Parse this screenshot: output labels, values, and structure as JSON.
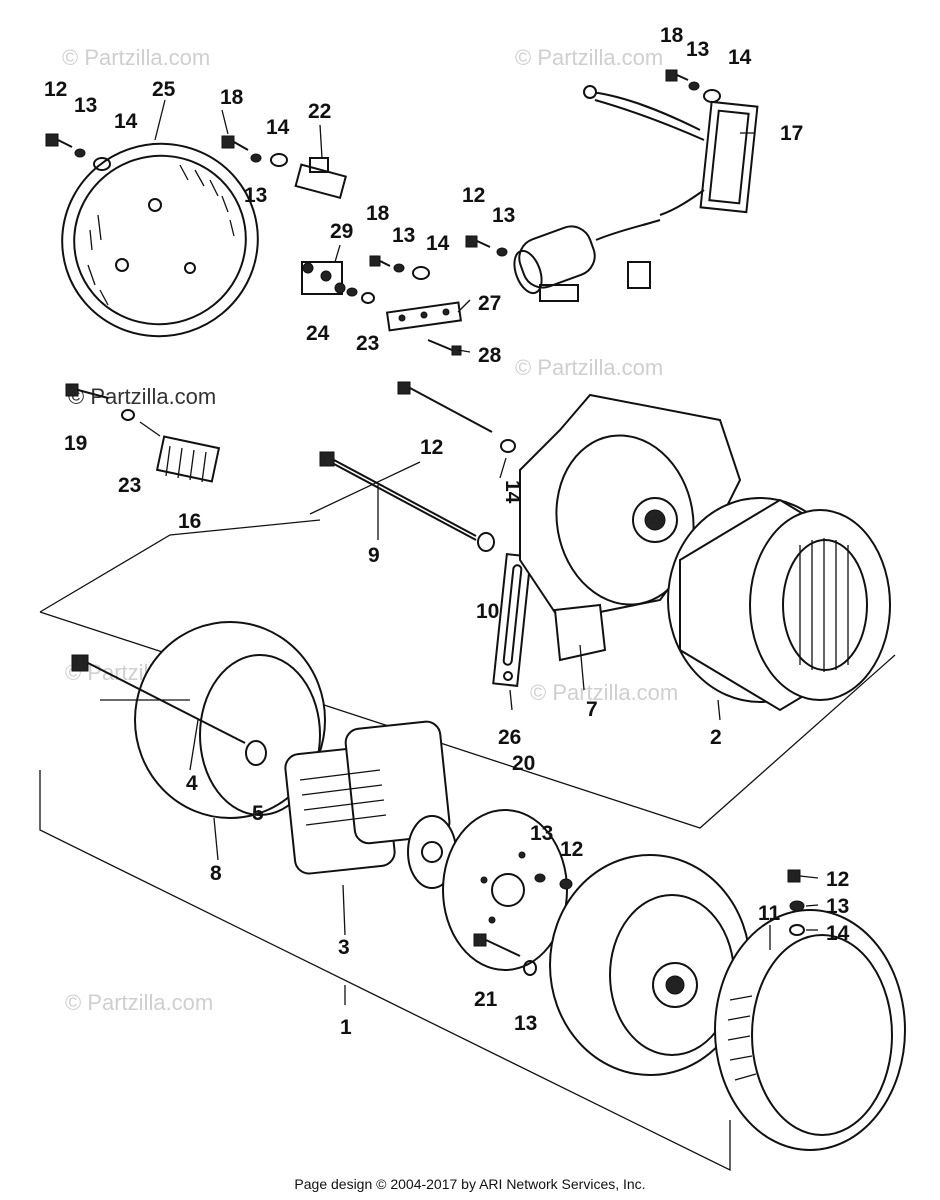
{
  "watermarks": [
    "© Partzilla.com",
    "© Partzilla.com",
    "© Partzilla.com",
    "© Partzilla.com",
    "© Partzilla.com",
    "© Partzilla.com"
  ],
  "primary_watermark": "© Partzilla.com",
  "callouts": [
    "12",
    "13",
    "14",
    "25",
    "18",
    "13",
    "14",
    "22",
    "18",
    "29",
    "13",
    "14",
    "24",
    "23",
    "27",
    "28",
    "12",
    "13",
    "18",
    "13",
    "14",
    "17",
    "19",
    "23",
    "16",
    "12",
    "14",
    "9",
    "10",
    "7",
    "2",
    "26",
    "4",
    "5",
    "8",
    "3",
    "20",
    "13",
    "12",
    "21",
    "13",
    "1",
    "12",
    "13",
    "14",
    "11"
  ],
  "footer": "Page design © 2004-2017 by ARI Network Services, Inc."
}
